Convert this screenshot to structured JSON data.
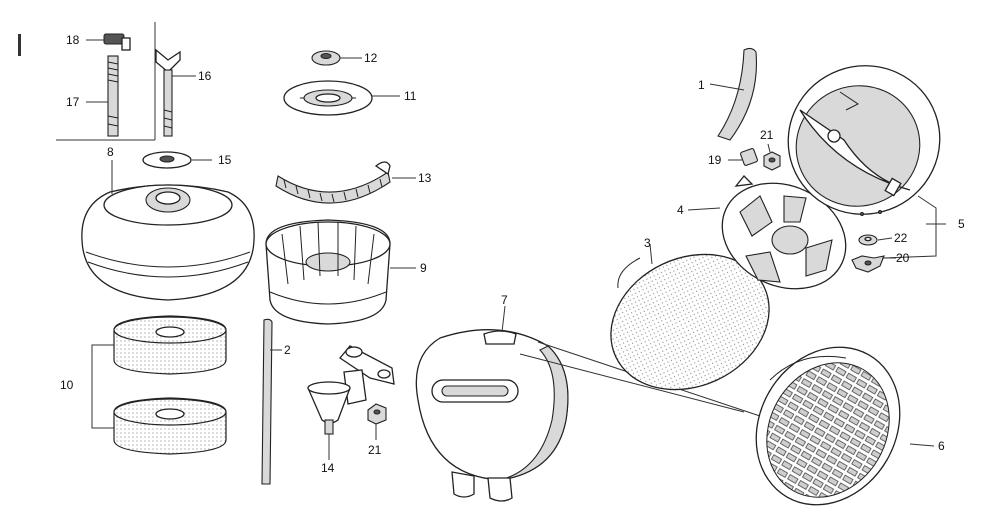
{
  "callouts": {
    "c1": "1",
    "c2": "2",
    "c3": "3",
    "c4": "4",
    "c5": "5",
    "c6": "6",
    "c7": "7",
    "c8": "8",
    "c9": "9",
    "c10": "10",
    "c11": "11",
    "c12": "12",
    "c13": "13",
    "c14": "14",
    "c15": "15",
    "c16": "16",
    "c17": "17",
    "c18": "18",
    "c19": "19",
    "c20": "20",
    "c21a": "21",
    "c21b": "21",
    "c22": "22"
  }
}
